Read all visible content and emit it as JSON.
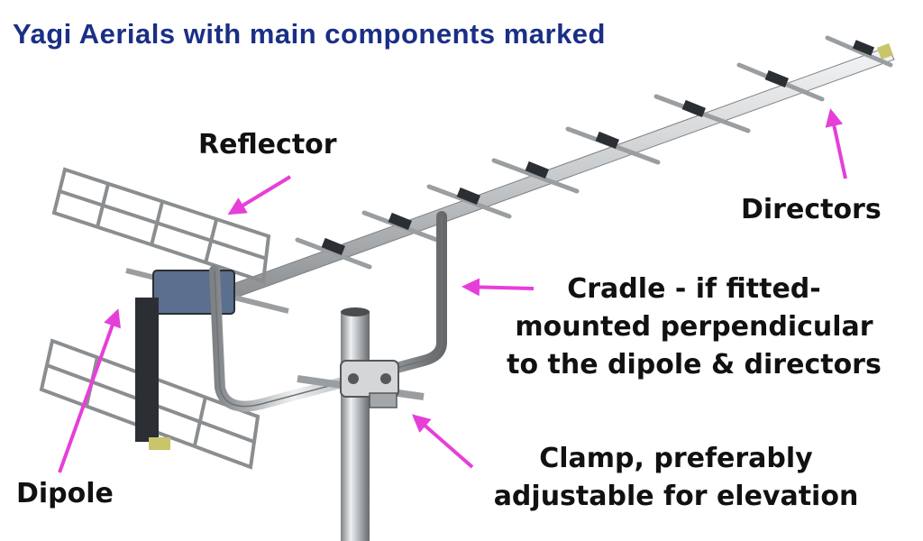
{
  "title": "Yagi Aerials with main components marked",
  "colors": {
    "title": "#1a2f86",
    "arrow": "#e63fd8",
    "label": "#111111",
    "metal_light": "#e2e4e6",
    "metal_dark": "#7d8184",
    "clamp": "#2b2e33"
  },
  "labels": {
    "reflector": "Reflector",
    "directors": "Directors",
    "cradle": {
      "line1": "Cradle - if fitted-",
      "line2": "mounted perpendicular",
      "line3": "to the dipole & directors"
    },
    "clamp": {
      "line1": "Clamp, preferably",
      "line2": "adjustable for elevation"
    },
    "dipole": "Dipole"
  }
}
